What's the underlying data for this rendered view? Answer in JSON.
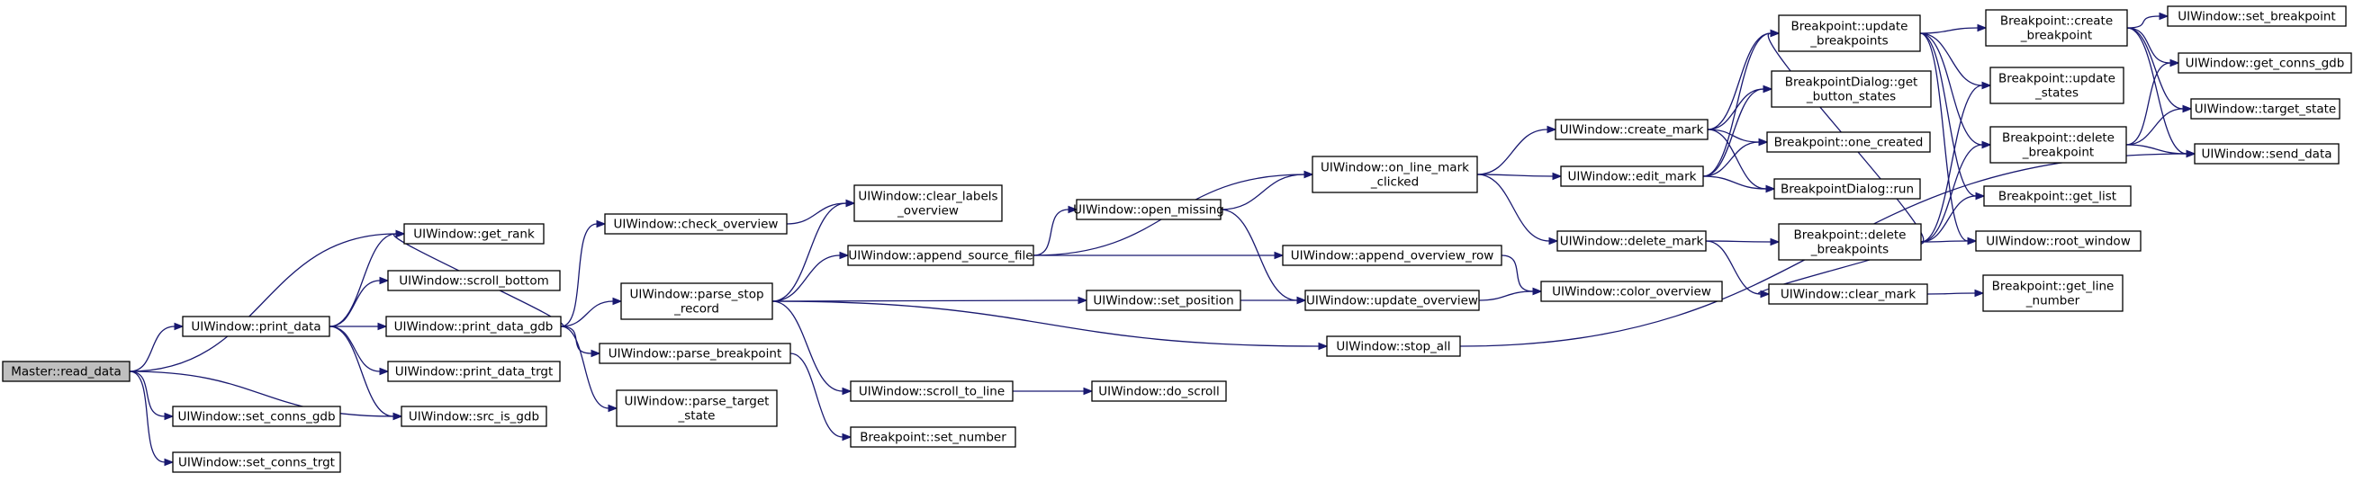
{
  "diagram": {
    "type": "call-graph",
    "colors": {
      "edge": "#191970",
      "root_fill": "#bfbfbf",
      "node_fill": "#ffffff",
      "node_border": "#000000"
    },
    "nodes": [
      {
        "id": "read_data",
        "lines": [
          "Master::read_data"
        ],
        "root": true
      },
      {
        "id": "print_data",
        "lines": [
          "UIWindow::print_data"
        ]
      },
      {
        "id": "get_rank",
        "lines": [
          "UIWindow::get_rank"
        ]
      },
      {
        "id": "scroll_bottom",
        "lines": [
          "UIWindow::scroll_bottom"
        ]
      },
      {
        "id": "print_data_gdb",
        "lines": [
          "UIWindow::print_data_gdb"
        ]
      },
      {
        "id": "print_data_trgt",
        "lines": [
          "UIWindow::print_data_trgt"
        ]
      },
      {
        "id": "src_is_gdb",
        "lines": [
          "UIWindow::src_is_gdb"
        ]
      },
      {
        "id": "set_conns_gdb",
        "lines": [
          "UIWindow::set_conns_gdb"
        ]
      },
      {
        "id": "set_conns_trgt",
        "lines": [
          "UIWindow::set_conns_trgt"
        ]
      },
      {
        "id": "check_overview",
        "lines": [
          "UIWindow::check_overview"
        ]
      },
      {
        "id": "parse_stop_record",
        "lines": [
          "UIWindow::parse_stop",
          "_record"
        ]
      },
      {
        "id": "parse_breakpoint",
        "lines": [
          "UIWindow::parse_breakpoint"
        ]
      },
      {
        "id": "parse_target_state",
        "lines": [
          "UIWindow::parse_target",
          "_state"
        ]
      },
      {
        "id": "clear_labels_overview",
        "lines": [
          "UIWindow::clear_labels",
          "_overview"
        ]
      },
      {
        "id": "append_source_file",
        "lines": [
          "UIWindow::append_source_file"
        ]
      },
      {
        "id": "scroll_to_line",
        "lines": [
          "UIWindow::scroll_to_line"
        ]
      },
      {
        "id": "set_number",
        "lines": [
          "Breakpoint::set_number"
        ]
      },
      {
        "id": "open_missing",
        "lines": [
          "UIWindow::open_missing"
        ]
      },
      {
        "id": "set_position",
        "lines": [
          "UIWindow::set_position"
        ]
      },
      {
        "id": "do_scroll",
        "lines": [
          "UIWindow::do_scroll"
        ]
      },
      {
        "id": "on_line_mark_clicked",
        "lines": [
          "UIWindow::on_line_mark",
          "_clicked"
        ]
      },
      {
        "id": "append_overview_row",
        "lines": [
          "UIWindow::append_overview_row"
        ]
      },
      {
        "id": "update_overview",
        "lines": [
          "UIWindow::update_overview"
        ]
      },
      {
        "id": "stop_all",
        "lines": [
          "UIWindow::stop_all"
        ]
      },
      {
        "id": "color_overview",
        "lines": [
          "UIWindow::color_overview"
        ]
      },
      {
        "id": "create_mark",
        "lines": [
          "UIWindow::create_mark"
        ]
      },
      {
        "id": "edit_mark",
        "lines": [
          "UIWindow::edit_mark"
        ]
      },
      {
        "id": "delete_mark",
        "lines": [
          "UIWindow::delete_mark"
        ]
      },
      {
        "id": "update_breakpoints",
        "lines": [
          "Breakpoint::update",
          "_breakpoints"
        ]
      },
      {
        "id": "get_button_states",
        "lines": [
          "BreakpointDialog::get",
          "_button_states"
        ]
      },
      {
        "id": "one_created",
        "lines": [
          "Breakpoint::one_created"
        ]
      },
      {
        "id": "dialog_run",
        "lines": [
          "BreakpointDialog::run"
        ]
      },
      {
        "id": "delete_breakpoints",
        "lines": [
          "Breakpoint::delete",
          "_breakpoints"
        ]
      },
      {
        "id": "clear_mark",
        "lines": [
          "UIWindow::clear_mark"
        ]
      },
      {
        "id": "create_breakpoint",
        "lines": [
          "Breakpoint::create",
          "_breakpoint"
        ]
      },
      {
        "id": "update_states",
        "lines": [
          "Breakpoint::update",
          "_states"
        ]
      },
      {
        "id": "delete_breakpoint",
        "lines": [
          "Breakpoint::delete",
          "_breakpoint"
        ]
      },
      {
        "id": "get_list",
        "lines": [
          "Breakpoint::get_list"
        ]
      },
      {
        "id": "root_window",
        "lines": [
          "UIWindow::root_window"
        ]
      },
      {
        "id": "get_line_number",
        "lines": [
          "Breakpoint::get_line",
          "_number"
        ]
      },
      {
        "id": "set_breakpoint",
        "lines": [
          "UIWindow::set_breakpoint"
        ]
      },
      {
        "id": "get_conns_gdb",
        "lines": [
          "UIWindow::get_conns_gdb"
        ]
      },
      {
        "id": "target_state",
        "lines": [
          "UIWindow::target_state"
        ]
      },
      {
        "id": "send_data",
        "lines": [
          "UIWindow::send_data"
        ]
      }
    ],
    "edges": [
      [
        "read_data",
        "print_data"
      ],
      [
        "read_data",
        "get_rank"
      ],
      [
        "read_data",
        "src_is_gdb"
      ],
      [
        "read_data",
        "set_conns_gdb"
      ],
      [
        "read_data",
        "set_conns_trgt"
      ],
      [
        "print_data",
        "get_rank"
      ],
      [
        "print_data",
        "scroll_bottom"
      ],
      [
        "print_data",
        "print_data_gdb"
      ],
      [
        "print_data",
        "print_data_trgt"
      ],
      [
        "print_data",
        "src_is_gdb"
      ],
      [
        "print_data_gdb",
        "get_rank"
      ],
      [
        "print_data_gdb",
        "check_overview"
      ],
      [
        "print_data_gdb",
        "parse_stop_record"
      ],
      [
        "print_data_gdb",
        "parse_breakpoint"
      ],
      [
        "print_data_gdb",
        "parse_target_state"
      ],
      [
        "check_overview",
        "clear_labels_overview"
      ],
      [
        "parse_stop_record",
        "clear_labels_overview"
      ],
      [
        "parse_stop_record",
        "append_source_file"
      ],
      [
        "parse_stop_record",
        "scroll_to_line"
      ],
      [
        "parse_stop_record",
        "set_position"
      ],
      [
        "parse_stop_record",
        "stop_all"
      ],
      [
        "parse_breakpoint",
        "set_number"
      ],
      [
        "append_source_file",
        "on_line_mark_clicked"
      ],
      [
        "append_source_file",
        "open_missing"
      ],
      [
        "append_source_file",
        "append_overview_row"
      ],
      [
        "open_missing",
        "on_line_mark_clicked"
      ],
      [
        "open_missing",
        "update_overview"
      ],
      [
        "scroll_to_line",
        "do_scroll"
      ],
      [
        "set_position",
        "update_overview"
      ],
      [
        "append_overview_row",
        "color_overview"
      ],
      [
        "update_overview",
        "color_overview"
      ],
      [
        "stop_all",
        "send_data"
      ],
      [
        "on_line_mark_clicked",
        "create_mark"
      ],
      [
        "on_line_mark_clicked",
        "edit_mark"
      ],
      [
        "on_line_mark_clicked",
        "delete_mark"
      ],
      [
        "create_mark",
        "update_breakpoints"
      ],
      [
        "create_mark",
        "get_button_states"
      ],
      [
        "create_mark",
        "one_created"
      ],
      [
        "create_mark",
        "dialog_run"
      ],
      [
        "edit_mark",
        "update_breakpoints"
      ],
      [
        "edit_mark",
        "get_button_states"
      ],
      [
        "edit_mark",
        "one_created"
      ],
      [
        "edit_mark",
        "dialog_run"
      ],
      [
        "delete_mark",
        "delete_breakpoints"
      ],
      [
        "delete_mark",
        "clear_mark"
      ],
      [
        "update_breakpoints",
        "create_breakpoint"
      ],
      [
        "update_breakpoints",
        "update_states"
      ],
      [
        "update_breakpoints",
        "delete_breakpoint"
      ],
      [
        "update_breakpoints",
        "get_list"
      ],
      [
        "update_breakpoints",
        "root_window"
      ],
      [
        "delete_breakpoints",
        "update_breakpoints"
      ],
      [
        "delete_breakpoints",
        "update_states"
      ],
      [
        "delete_breakpoints",
        "delete_breakpoint"
      ],
      [
        "delete_breakpoints",
        "get_list"
      ],
      [
        "delete_breakpoints",
        "root_window"
      ],
      [
        "delete_breakpoints",
        "clear_mark"
      ],
      [
        "clear_mark",
        "get_line_number"
      ],
      [
        "create_breakpoint",
        "set_breakpoint"
      ],
      [
        "create_breakpoint",
        "get_conns_gdb"
      ],
      [
        "create_breakpoint",
        "target_state"
      ],
      [
        "create_breakpoint",
        "send_data"
      ],
      [
        "delete_breakpoint",
        "get_conns_gdb"
      ],
      [
        "delete_breakpoint",
        "target_state"
      ],
      [
        "delete_breakpoint",
        "send_data"
      ]
    ]
  }
}
